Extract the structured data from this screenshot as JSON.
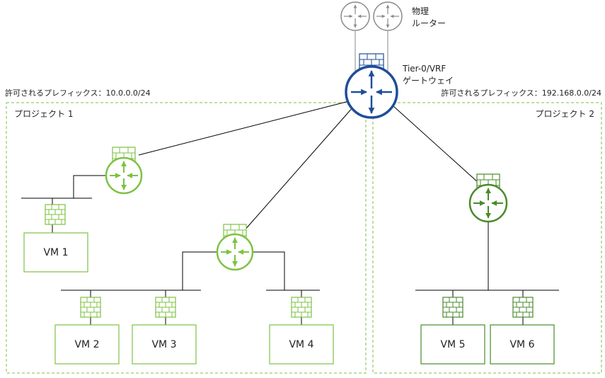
{
  "physical_router_label": {
    "line1": "物理",
    "line2": "ルーター"
  },
  "tier0_label": {
    "line1": "Tier-0/VRF",
    "line2": "ゲートウェイ"
  },
  "prefix_left": "許可されるプレフィックス：10.0.0.0/24",
  "prefix_right": "許可されるプレフィックス：192.168.0.0/24",
  "project1": {
    "title": "プロジェクト 1"
  },
  "project2": {
    "title": "プロジェクト 2"
  },
  "vms": {
    "vm1": "VM 1",
    "vm2": "VM 2",
    "vm3": "VM 3",
    "vm4": "VM 4",
    "vm5": "VM 5",
    "vm6": "VM 6"
  },
  "colors": {
    "tier0": "#1f4e99",
    "project1": "#7dc242",
    "project2": "#4a8a2a",
    "physical": "#8a8a8a",
    "line": "#000000"
  },
  "icons": {
    "router": "router-icon",
    "firewall": "firewall-icon"
  }
}
